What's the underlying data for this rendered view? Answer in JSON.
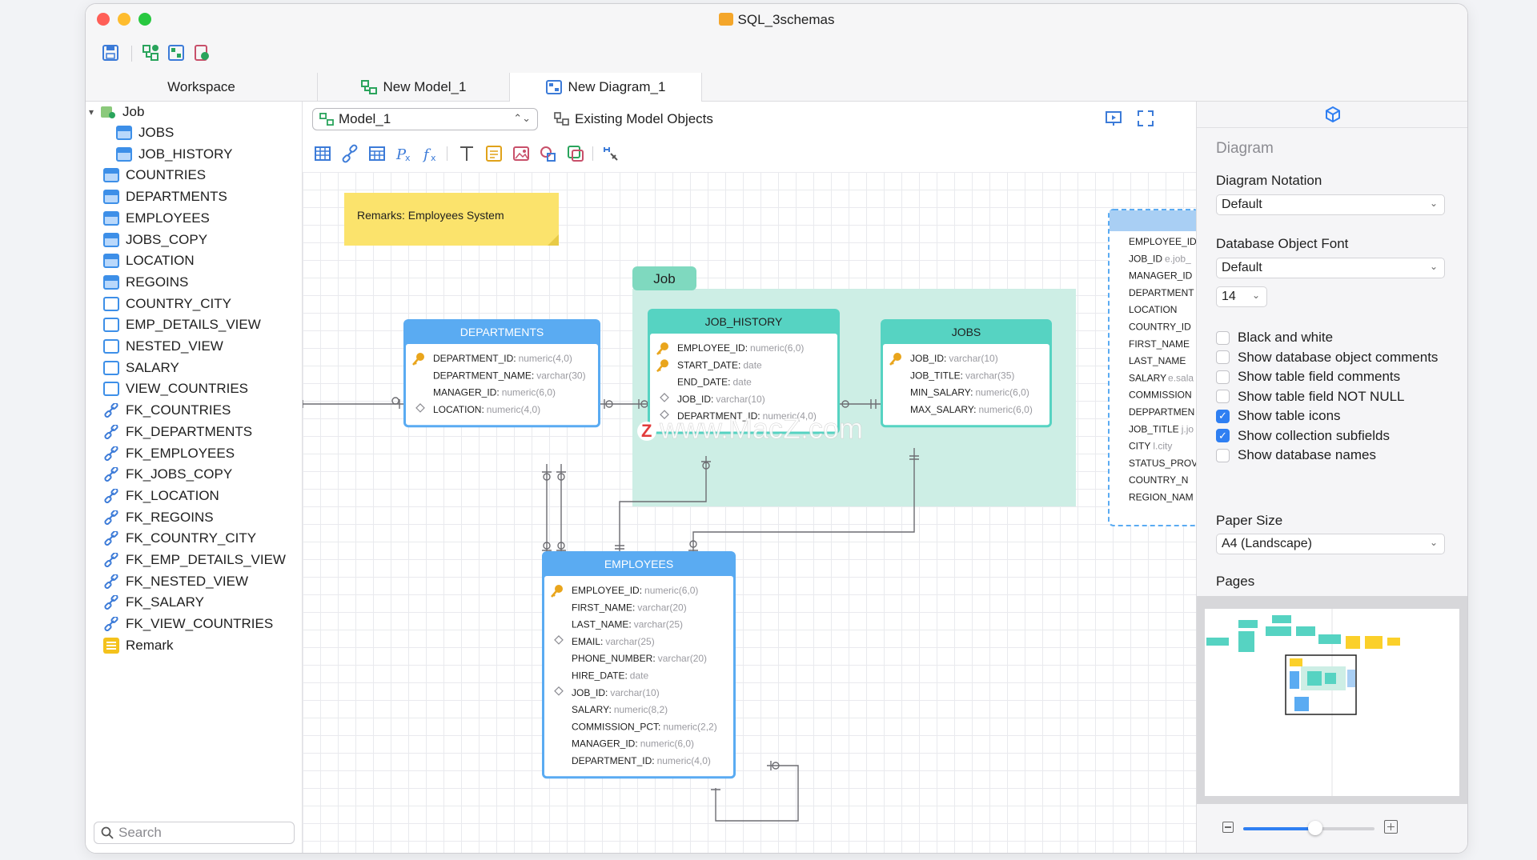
{
  "window": {
    "title": "SQL_3schemas"
  },
  "tabs": [
    {
      "label": "Workspace"
    },
    {
      "label": "New Model_1"
    },
    {
      "label": "New Diagram_1"
    }
  ],
  "sidebar": {
    "root": "Job",
    "items": [
      "JOBS",
      "JOB_HISTORY",
      "COUNTRIES",
      "DEPARTMENTS",
      "EMPLOYEES",
      "JOBS_COPY",
      "LOCATION",
      "REGOINS",
      "COUNTRY_CITY",
      "EMP_DETAILS_VIEW",
      "NESTED_VIEW",
      "SALARY",
      "VIEW_COUNTRIES",
      "FK_COUNTRIES",
      "FK_DEPARTMENTS",
      "FK_EMPLOYEES",
      "FK_JOBS_COPY",
      "FK_LOCATION",
      "FK_REGOINS",
      "FK_COUNTRY_CITY",
      "FK_EMP_DETAILS_VIEW",
      "FK_NESTED_VIEW",
      "FK_SALARY",
      "FK_VIEW_COUNTRIES",
      "Remark"
    ],
    "search_placeholder": "Search"
  },
  "canvas": {
    "model_select": "Model_1",
    "existing_label": "Existing Model Objects",
    "remark": "Remarks: Employees System",
    "group_label": "Job",
    "watermark": "www.MacZ.com",
    "tables": {
      "departments": {
        "title": "DEPARTMENTS",
        "rows": [
          {
            "name": "DEPARTMENT_ID:",
            "type": "numeric(4,0)"
          },
          {
            "name": "DEPARTMENT_NAME:",
            "type": "varchar(30)"
          },
          {
            "name": "MANAGER_ID:",
            "type": "numeric(6,0)"
          },
          {
            "name": "LOCATION:",
            "type": "numeric(4,0)"
          }
        ]
      },
      "job_history": {
        "title": "JOB_HISTORY",
        "rows": [
          {
            "name": "EMPLOYEE_ID:",
            "type": "numeric(6,0)"
          },
          {
            "name": "START_DATE:",
            "type": "date"
          },
          {
            "name": "END_DATE:",
            "type": "date"
          },
          {
            "name": "JOB_ID:",
            "type": "varchar(10)"
          },
          {
            "name": "DEPARTMENT_ID:",
            "type": "numeric(4,0)"
          }
        ]
      },
      "jobs": {
        "title": "JOBS",
        "rows": [
          {
            "name": "JOB_ID:",
            "type": "varchar(10)"
          },
          {
            "name": "JOB_TITLE:",
            "type": "varchar(35)"
          },
          {
            "name": "MIN_SALARY:",
            "type": "numeric(6,0)"
          },
          {
            "name": "MAX_SALARY:",
            "type": "numeric(6,0)"
          }
        ]
      },
      "employees": {
        "title": "EMPLOYEES",
        "rows": [
          {
            "name": "EMPLOYEE_ID:",
            "type": "numeric(6,0)"
          },
          {
            "name": "FIRST_NAME:",
            "type": "varchar(20)"
          },
          {
            "name": "LAST_NAME:",
            "type": "varchar(25)"
          },
          {
            "name": "EMAIL:",
            "type": "varchar(25)"
          },
          {
            "name": "PHONE_NUMBER:",
            "type": "varchar(20)"
          },
          {
            "name": "HIRE_DATE:",
            "type": "date"
          },
          {
            "name": "JOB_ID:",
            "type": "varchar(10)"
          },
          {
            "name": "SALARY:",
            "type": "numeric(8,2)"
          },
          {
            "name": "COMMISSION_PCT:",
            "type": "numeric(2,2)"
          },
          {
            "name": "MANAGER_ID:",
            "type": "numeric(6,0)"
          },
          {
            "name": "DEPARTMENT_ID:",
            "type": "numeric(4,0)"
          }
        ]
      },
      "view": {
        "rows": [
          {
            "name": "EMPLOYEE_ID",
            "type": ""
          },
          {
            "name": "JOB_ID",
            "type": "e.job_"
          },
          {
            "name": "MANAGER_ID",
            "type": ""
          },
          {
            "name": "DEPARTMENT",
            "type": ""
          },
          {
            "name": "LOCATION",
            "type": ""
          },
          {
            "name": "COUNTRY_ID",
            "type": ""
          },
          {
            "name": "FIRST_NAME",
            "type": ""
          },
          {
            "name": "LAST_NAME",
            "type": ""
          },
          {
            "name": "SALARY",
            "type": "e.sala"
          },
          {
            "name": "COMMISSION",
            "type": ""
          },
          {
            "name": "DEPPARTMEN",
            "type": ""
          },
          {
            "name": "JOB_TITLE",
            "type": "j.jo"
          },
          {
            "name": "CITY",
            "type": "l.city"
          },
          {
            "name": "STATUS_PROV",
            "type": ""
          },
          {
            "name": "COUNTRY_N",
            "type": ""
          },
          {
            "name": "REGION_NAM",
            "type": ""
          }
        ]
      }
    }
  },
  "panel": {
    "section": "Diagram",
    "notation_label": "Diagram Notation",
    "notation_value": "Default",
    "font_label": "Database Object Font",
    "font_value": "Default",
    "font_size": "14",
    "checkboxes": [
      {
        "label": "Black and white",
        "checked": false
      },
      {
        "label": "Show database object comments",
        "checked": false
      },
      {
        "label": "Show table field comments",
        "checked": false
      },
      {
        "label": "Show table field NOT NULL",
        "checked": false
      },
      {
        "label": "Show table icons",
        "checked": true
      },
      {
        "label": "Show collection subfields",
        "checked": true
      },
      {
        "label": "Show database names",
        "checked": false
      }
    ],
    "paper_label": "Paper Size",
    "paper_value": "A4 (Landscape)",
    "pages_label": "Pages",
    "zoom": 0.55
  },
  "colors": {
    "accent": "#2f7ff2",
    "table_blue": "#5aabf2",
    "table_teal": "#56d3c2",
    "remark": "#fbe36c",
    "group": "#cdeee5"
  }
}
